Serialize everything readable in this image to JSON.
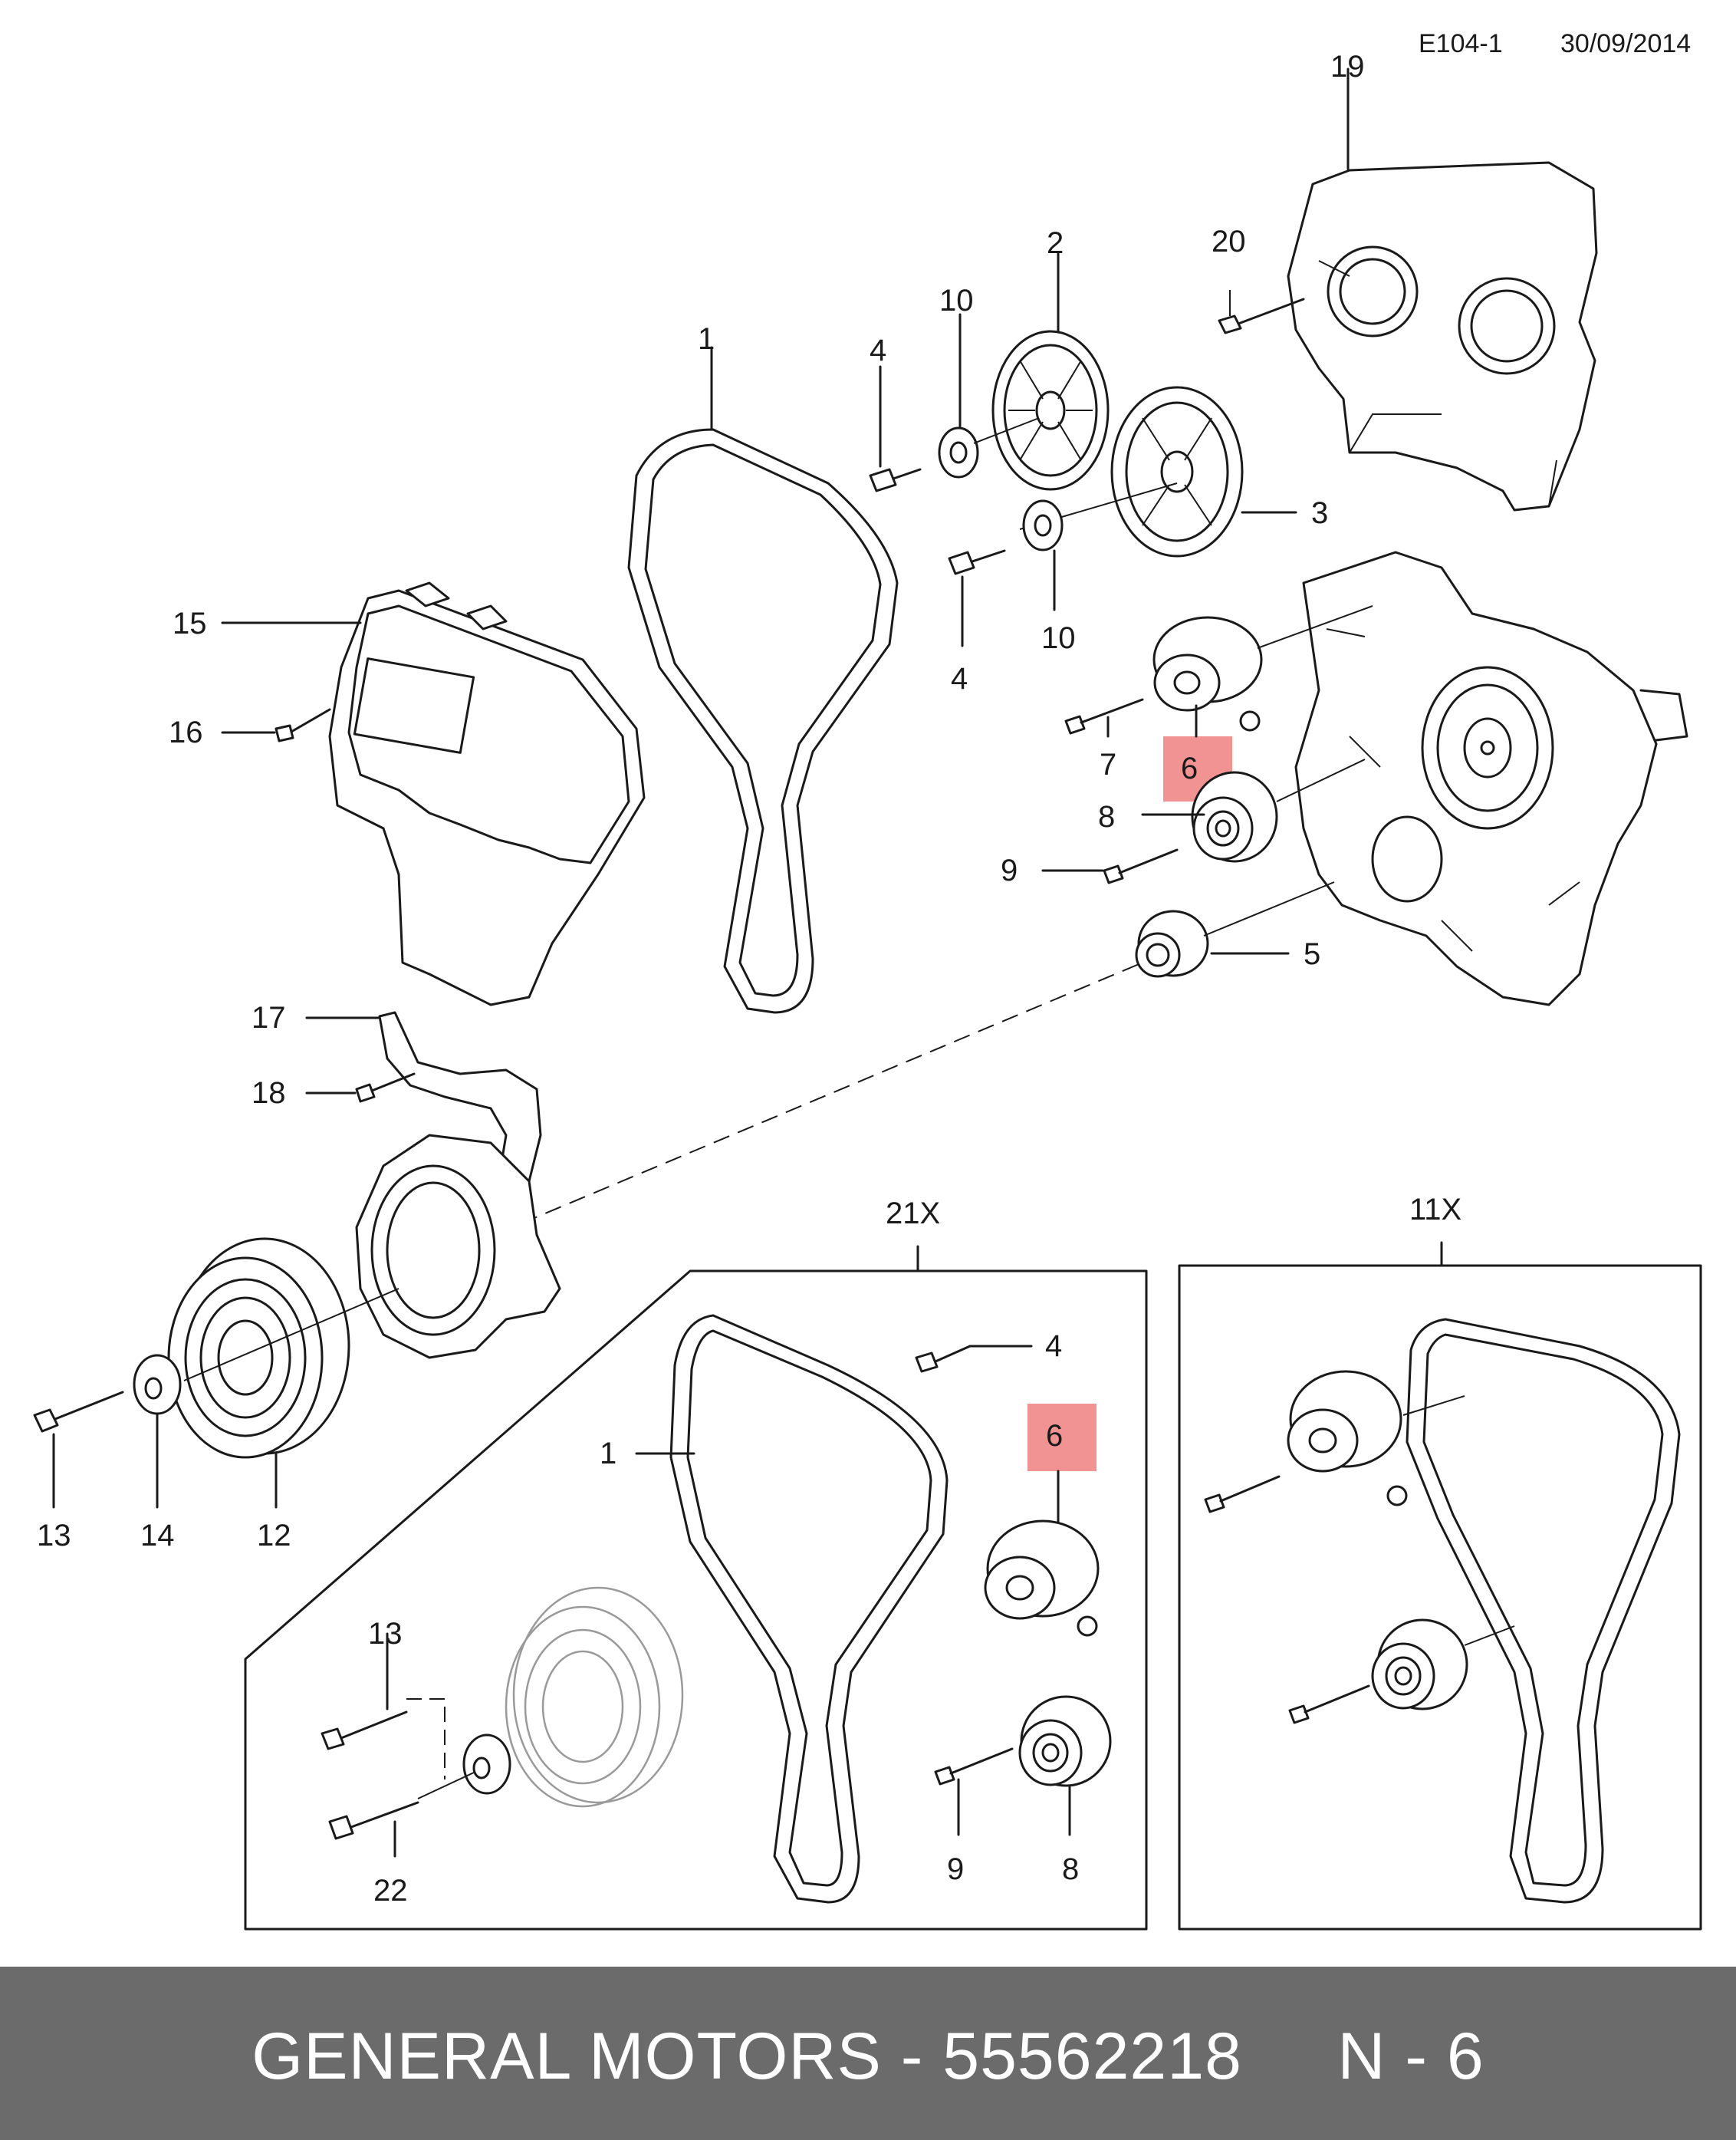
{
  "header": {
    "code": "E104-1",
    "date": "30/09/2014"
  },
  "callouts": {
    "n1": "1",
    "n2": "2",
    "n3": "3",
    "n4a": "4",
    "n4b": "4",
    "n5": "5",
    "n6": "6",
    "n7": "7",
    "n8": "8",
    "n9": "9",
    "n10a": "10",
    "n10b": "10",
    "n12": "12",
    "n13": "13",
    "n14": "14",
    "n15": "15",
    "n16": "16",
    "n17": "17",
    "n18": "18",
    "n19": "19",
    "n20": "20"
  },
  "kit_21x": {
    "title": "21X",
    "n1": "1",
    "n4": "4",
    "n6": "6",
    "n8": "8",
    "n9": "9",
    "n13": "13",
    "n22": "22"
  },
  "kit_11x": {
    "title": "11X"
  },
  "highlight_color": "#f08080",
  "footer": {
    "text": "GENERAL MOTORS - 55562218     N - 6"
  }
}
